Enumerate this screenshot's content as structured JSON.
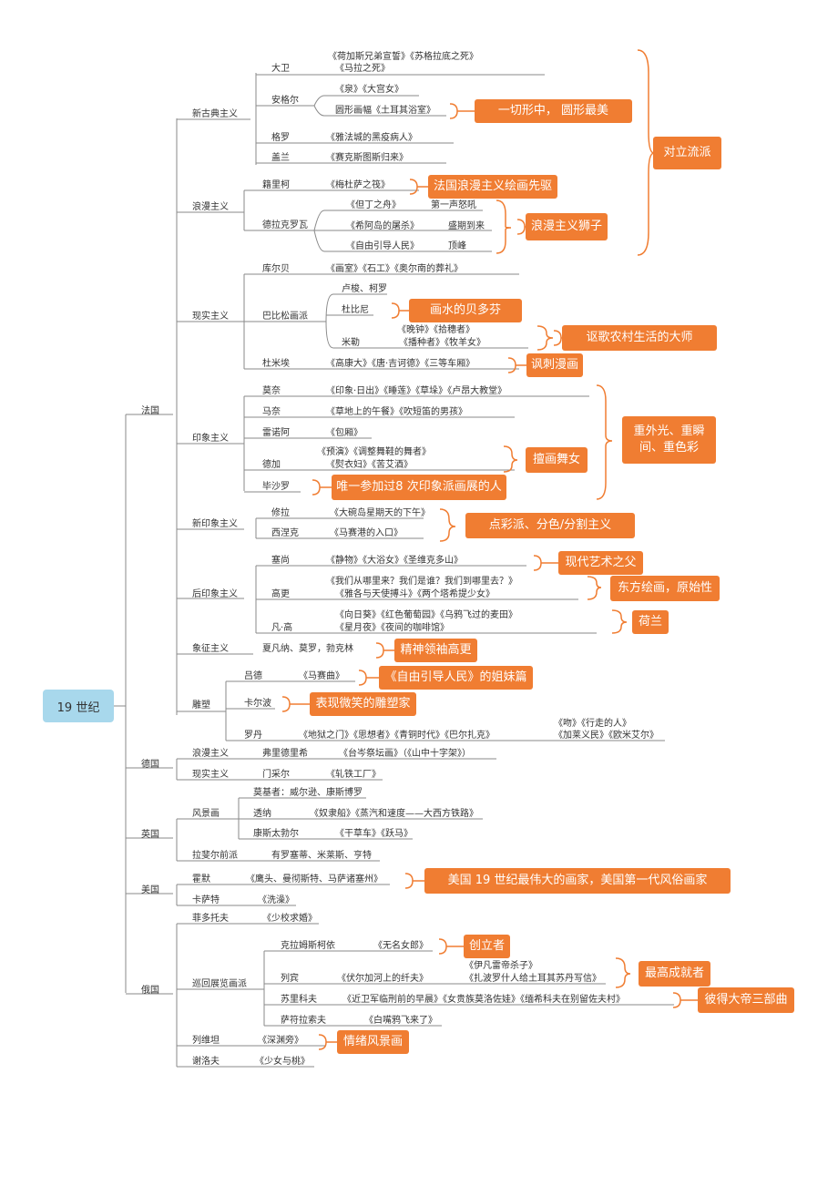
{
  "root": "19 世纪",
  "countries": {
    "france": "法国",
    "germany": "德国",
    "uk": "英国",
    "usa": "美国",
    "russia": "俄国"
  },
  "movements": {
    "neoclassicism": "新古典主义",
    "romanticism": "浪漫主义",
    "realism": "现实主义",
    "impressionism": "印象主义",
    "neoimpressionism": "新印象主义",
    "postimpressionism": "后印象主义",
    "symbolism": "象征主义",
    "sculpture": "雕塑",
    "de_romanticism": "浪漫主义",
    "de_realism": "现实主义",
    "landscape": "风景画",
    "preraphaelite": "拉斐尔前派",
    "itinerants": "巡回展览画派"
  },
  "artists": {
    "david": "大卫",
    "ingres": "安格尔",
    "gros": "格罗",
    "gerard": "盖兰",
    "gericault": "籍里柯",
    "delacroix": "德拉克罗瓦",
    "courbet": "库尔贝",
    "barbizon": "巴比松画派",
    "rousseau_corot": "卢梭、柯罗",
    "daubigny": "杜比尼",
    "millet": "米勒",
    "daumier": "杜米埃",
    "monet": "莫奈",
    "manet": "马奈",
    "renoir": "雷诺阿",
    "degas": "德加",
    "pissarro": "毕沙罗",
    "seurat": "修拉",
    "signac": "西涅克",
    "cezanne": "塞尚",
    "gauguin": "高更",
    "vangogh": "凡·高",
    "rude": "吕德",
    "carpeaux": "卡尔波",
    "rodin": "罗丹",
    "friedrich": "弗里德里希",
    "menzel": "门采尔",
    "turner": "透纳",
    "constable": "康斯太勃尔",
    "homer": "霍默",
    "cassatt": "卡萨特",
    "fedotov": "菲多托夫",
    "kramskoi": "克拉姆斯柯依",
    "repin": "列宾",
    "surikov": "苏里科夫",
    "savrasov": "萨符拉索夫",
    "levitan": "列维坦",
    "serov": "谢洛夫"
  },
  "works": {
    "david_1": "《荷加斯兄弟宣誓》《苏格拉底之死》",
    "david_2": "《马拉之死》",
    "ingres_1": "《泉》《大宫女》",
    "ingres_2": "圆形画幅《土耳其浴室》",
    "gros": "《雅法城的黑疫病人》",
    "gerard": "《赛克斯图斯归来》",
    "gericault": "《梅杜萨之筏》",
    "delacroix_1": "《但丁之舟》",
    "delacroix_1b": "第一声怒吼",
    "delacroix_2": "《希阿岛的屠杀》",
    "delacroix_2b": "盛期到来",
    "delacroix_3": "《自由引导人民》",
    "delacroix_3b": "顶峰",
    "courbet": "《画室》《石工》《奥尔南的葬礼》",
    "millet_1": "《晚钟》《拾穗者》",
    "millet_2": "《播种者》《牧羊女》",
    "daumier": "《高康大》《唐·吉诃德》《三等车厢》",
    "monet": "《印象·日出》《睡莲》《草垛》《卢昂大教堂》",
    "manet": "《草地上的午餐》《吹短笛的男孩》",
    "renoir": "《包厢》",
    "degas_1": "《预演》《调整舞鞋的舞者》",
    "degas_2": "《熨衣妇》《苦艾酒》",
    "seurat": "《大碗岛星期天的下午》",
    "signac": "《马赛港的入口》",
    "cezanne": "《静物》《大浴女》《圣维克多山》",
    "gauguin_1": "《我们从哪里来？我们是谁？我们到哪里去？》",
    "gauguin_2": "《雅各与天使搏斗》《两个塔希提少女》",
    "vangogh_1": "《向日葵》《红色葡萄园》《乌鸦飞过的麦田》",
    "vangogh_2": "《星月夜》《夜间的咖啡馆》",
    "symbolism": "夏凡纳、莫罗，勃克林",
    "rude": "《马赛曲》",
    "rodin_1": "《地狱之门》《思想者》《青铜时代》《巴尔扎克》",
    "rodin_2a": "《吻》《行走的人》",
    "rodin_2b": "《加莱义民》《欧米艾尔》",
    "friedrich": "《台岑祭坛画》（《山中十字架》）",
    "menzel": "《轧铁工厂》",
    "landscape_1": "莫基者：威尔逊、康斯博罗",
    "turner": "《奴隶船》《蒸汽和速度——大西方铁路》",
    "constable": "《干草车》《跃马》",
    "preraphaelite": "有罗塞蒂、米莱斯、亨特",
    "homer": "《鹰头、曼彻斯特、马萨诸塞州》",
    "cassatt": "《洗澡》",
    "fedotov": "《少校求婚》",
    "kramskoi": "《无名女郎》",
    "repin_1": "《伏尔加河上的纤夫》",
    "repin_2": "《伊凡雷帝杀子》",
    "repin_3": "《扎波罗什人给土耳其苏丹写信》",
    "surikov": "《近卫军临刑前的早晨》《女贵族莫洛佐娃》《缅希科夫在别留佐夫村》",
    "savrasov": "《白嘴鸦飞来了》",
    "levitan": "《深渊旁》",
    "serov": "《少女与桃》"
  },
  "callouts": {
    "circle": "一切形中，  圆形最美",
    "opposing": "对立流派",
    "pioneer": "法国浪漫主义绘画先驱",
    "lion": "浪漫主义狮子",
    "beethoven": "画水的贝多芬",
    "rural": "讴歌农村生活的大师",
    "satire": "讽刺漫画",
    "light": "重外光、重瞬间、重色彩",
    "dancer": "擅画舞女",
    "pissarro": "唯一参加过8 次印象派画展的人",
    "pointillism": "点彩派、分色/分割主义",
    "modern": "现代艺术之父",
    "oriental": "东方绘画，原始性",
    "dutch": "荷兰",
    "leader": "精神领袖高更",
    "sister": "《自由引导人民》的姐妹篇",
    "smile": "表现微笑的雕塑家",
    "homer": "美国 19 世纪最伟大的画家，美国第一代风俗画家",
    "founder": "创立者",
    "achievement": "最高成就者",
    "trilogy": "彼得大帝三部曲",
    "mood": "情绪风景画"
  },
  "colors": {
    "callout": "#f07d32",
    "root": "#a8d8ec",
    "line": "#8a8a8a",
    "text": "#333333"
  }
}
